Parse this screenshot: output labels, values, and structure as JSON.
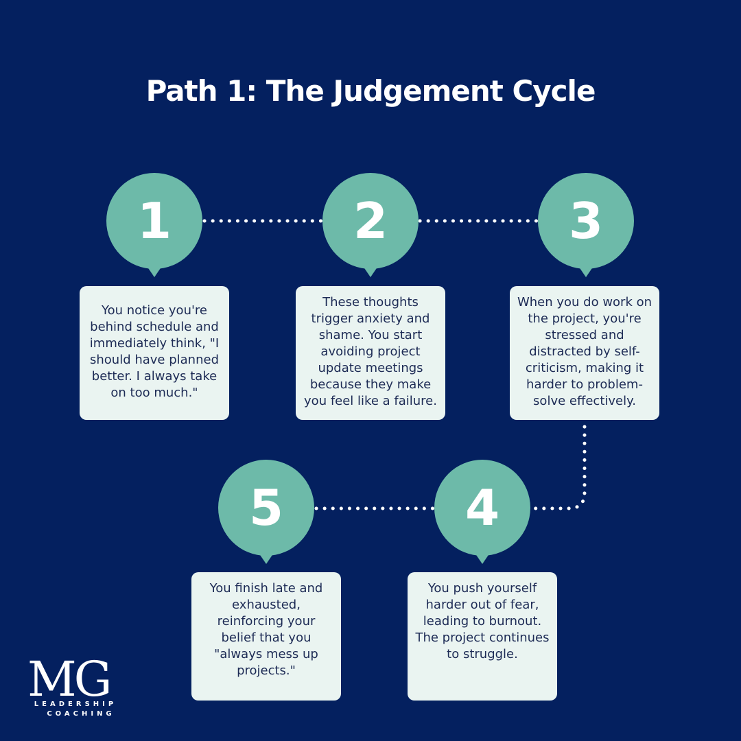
{
  "title": "Path 1: The Judgement Cycle",
  "colors": {
    "background": "#04205f",
    "marker": "#6dbaa9",
    "card": "#eaf4f1",
    "card_text": "#1d2b55",
    "dots": "#ffffff"
  },
  "steps": [
    {
      "number": "1",
      "text": "You notice you're behind schedule and immediately think, \"I should have planned better. I always take on too much.\""
    },
    {
      "number": "2",
      "text": "These thoughts trigger anxiety and shame. You start avoiding project update meetings because they make you feel like a failure."
    },
    {
      "number": "3",
      "text": "When you do work on the project, you're stressed and distracted by self-criticism, making it harder to problem-solve effectively."
    },
    {
      "number": "4",
      "text": "You push yourself harder out of fear, leading to burnout. The project continues to struggle."
    },
    {
      "number": "5",
      "text": "You finish late and exhausted, reinforcing your belief that you \"always mess up projects.\""
    }
  ],
  "logo": {
    "mark": "MG",
    "line1": "LEADERSHIP",
    "line2": "COACHING"
  }
}
